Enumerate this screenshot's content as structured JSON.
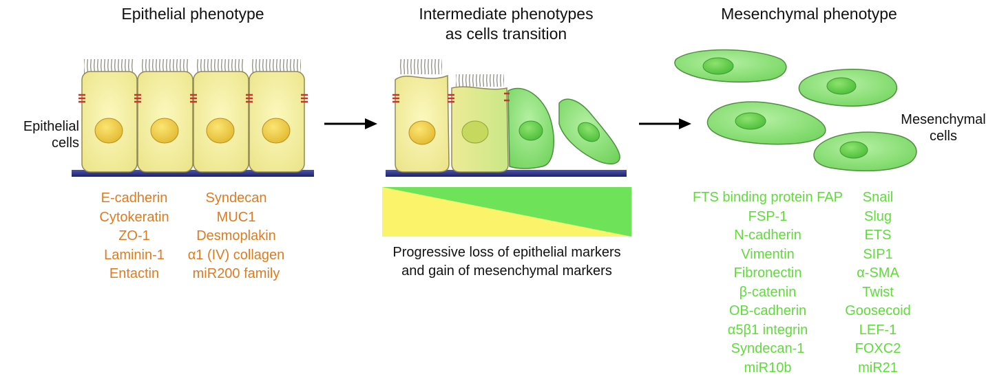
{
  "titles": {
    "epithelial": "Epithelial phenotype",
    "intermediate_line1": "Intermediate phenotypes",
    "intermediate_line2": "as cells transition",
    "mesenchymal": "Mesenchymal phenotype"
  },
  "labels": {
    "epithelial_cells_line1": "Epithelial",
    "epithelial_cells_line2": "cells",
    "mesenchymal_cells_line1": "Mesenchymal",
    "mesenchymal_cells_line2": "cells"
  },
  "epithelial_markers": {
    "color": "#e07a1f",
    "left": [
      "E-cadherin",
      "Cytokeratin",
      "ZO-1",
      "Laminin-1",
      "Entactin"
    ],
    "right": [
      "Syndecan",
      "MUC1",
      "Desmoplakin",
      "α1 (IV) collagen",
      "miR200 family"
    ]
  },
  "gradient_caption": {
    "line1": "Progressive loss of epithelial markers",
    "line2": "and gain of mesenchymal markers"
  },
  "mesenchymal_markers": {
    "color": "#5edc3a",
    "left": [
      "FTS binding protein FAP",
      "FSP-1",
      "N-cadherin",
      "Vimentin",
      "Fibronectin",
      "β-catenin",
      "OB-cadherin",
      "α5β1 integrin",
      "Syndecan-1",
      "miR10b"
    ],
    "right": [
      "Snail",
      "Slug",
      "ETS",
      "SIP1",
      "α-SMA",
      "Twist",
      "Goosecoid",
      "LEF-1",
      "FOXC2",
      "miR21"
    ]
  },
  "colors": {
    "epithelial_cell": "#f7f3a0",
    "mesenchymal_cell": "#8fe27a",
    "basement_membrane": "#2a2f8f",
    "junction": "#c0392b"
  }
}
